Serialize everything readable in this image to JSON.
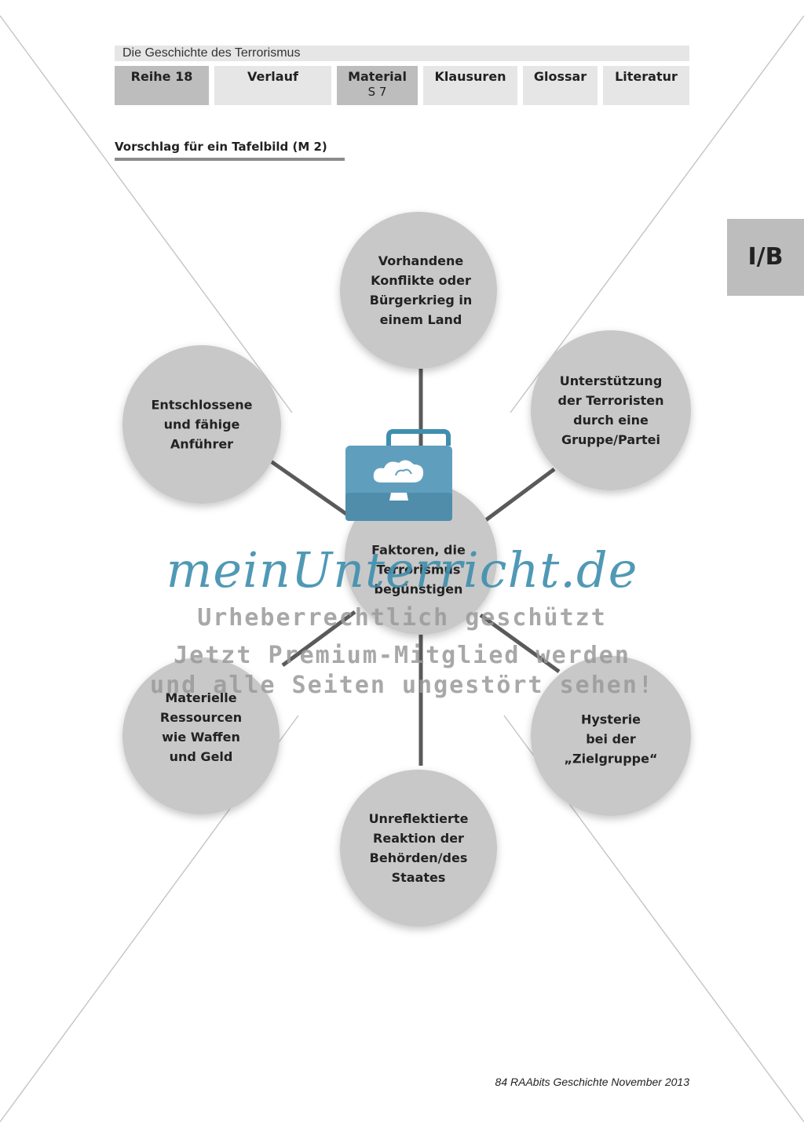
{
  "header": {
    "series_title": "Die Geschichte des Terrorismus",
    "tabs": [
      {
        "label": "Reihe 18",
        "sub": "",
        "active": true
      },
      {
        "label": "Verlauf",
        "sub": "",
        "active": false
      },
      {
        "label": "Material",
        "sub": "S 7",
        "active": true
      },
      {
        "label": "Klausuren",
        "sub": "",
        "active": false
      },
      {
        "label": "Glossar",
        "sub": "",
        "active": false
      },
      {
        "label": "Literatur",
        "sub": "",
        "active": false
      }
    ]
  },
  "section": {
    "heading": "Vorschlag für ein Tafelbild (M 2)"
  },
  "side_tab": {
    "label": "I/B"
  },
  "diagram": {
    "center": "Faktoren, die\nTerrorismus\nbegünstigen",
    "nodes": {
      "top": "Vorhandene\nKonflikte oder\nBürgerkrieg in\neinem Land",
      "top_left": "Entschlossene\nund fähige\nAnführer",
      "top_right": "Unterstützung\nder Terroristen\ndurch eine\nGruppe/Partei",
      "bottom_left": "Materielle\nRessourcen\nwie Waffen\nund Geld",
      "bottom_right": "Hysterie\nbei der\n„Zielgruppe“",
      "bottom": "Unreflektierte\nReaktion der\nBehörden/des\nStaates"
    },
    "colors": {
      "circle": "#c8c8c8",
      "connector": "#5a5a5a",
      "cross": "#bdbdbd"
    }
  },
  "watermark": {
    "brand": "meinUnterricht.de",
    "line1": "Urheberrechtlich geschützt",
    "line2": "Jetzt Premium-Mitglied werden",
    "line3": "und alle Seiten ungestört sehen!",
    "icon": "briefcase-cloud-icon",
    "color": "#3e8fae"
  },
  "footer": {
    "citation": "84 RAAbits Geschichte November 2013"
  }
}
